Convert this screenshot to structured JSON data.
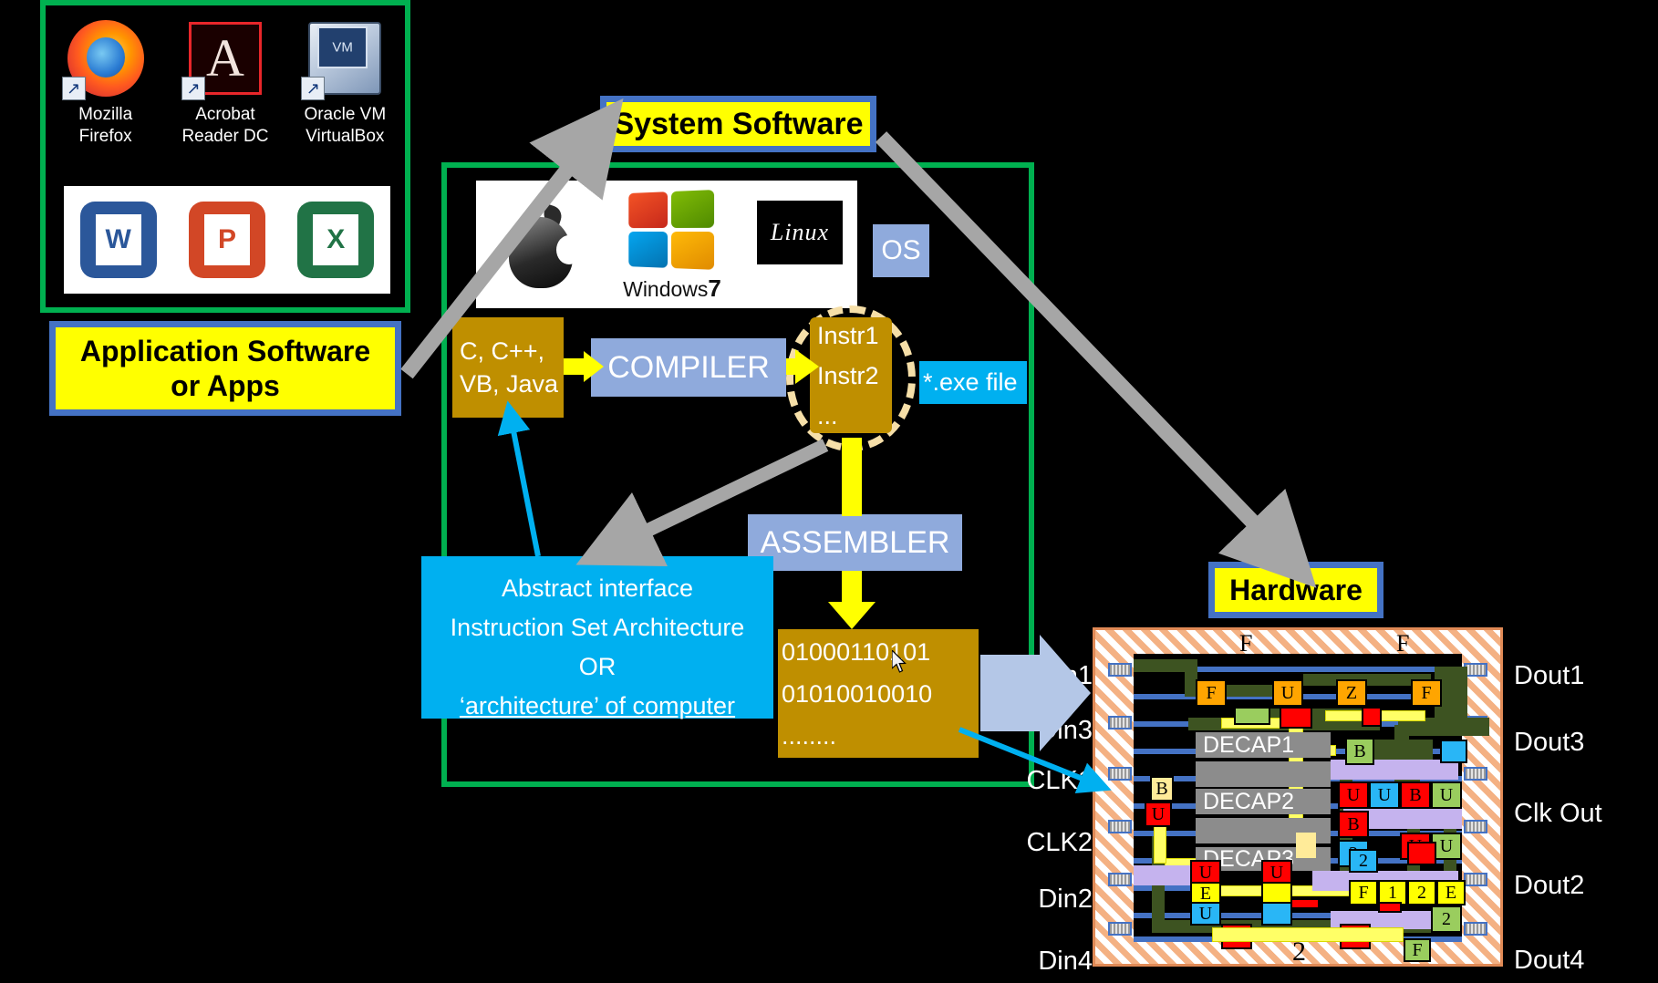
{
  "application_panel": {
    "desktop_icons": [
      {
        "icon": "firefox-icon",
        "label_line1": "Mozilla",
        "label_line2": "Firefox"
      },
      {
        "icon": "acrobat-reader-icon",
        "label_line1": "Acrobat",
        "label_line2": "Reader DC"
      },
      {
        "icon": "virtualbox-icon",
        "label_line1": "Oracle VM",
        "label_line2": "VirtualBox"
      }
    ],
    "office_icons": [
      {
        "icon": "word-icon",
        "letter": "W"
      },
      {
        "icon": "powerpoint-icon",
        "letter": "P"
      },
      {
        "icon": "excel-icon",
        "letter": "X"
      }
    ],
    "label_line1": "Application Software",
    "label_line2": "or Apps"
  },
  "system_software": {
    "label": "System Software",
    "os_logos": [
      {
        "icon": "apple-logo",
        "name": "Apple"
      },
      {
        "icon": "windows-logo",
        "name": "Windows",
        "version": "7",
        "wordmark": "Windows"
      },
      {
        "icon": "linux-logo",
        "name": "Linux",
        "wordmark": "Linux"
      }
    ],
    "os_tag": "OS",
    "languages": {
      "line1": "C, C++,",
      "line2": "VB, Java"
    },
    "compiler": "COMPILER",
    "instructions": {
      "line1": "Instr1",
      "line2": "Instr2",
      "line3": "..."
    },
    "exe_file": "*.exe file",
    "assembler": "ASSEMBLER",
    "machine_code": {
      "line1": "01000110101",
      "line2": "01010010010",
      "line3": "........"
    }
  },
  "isa_callout": {
    "line1": "Abstract interface",
    "line2": "Instruction Set Architecture",
    "line3": "OR",
    "line4": "‘architecture’ of computer"
  },
  "hardware": {
    "label": "Hardware",
    "chip": {
      "corner_markers": [
        "F",
        "F"
      ],
      "bottom_marker": "2",
      "blocks": [
        {
          "name": "DECAP1",
          "label": "DECAP1"
        },
        {
          "name": "DECAP2",
          "label": "DECAP2"
        },
        {
          "name": "DECAP3",
          "label": "DECAP3"
        }
      ],
      "standard_cells": [
        "F",
        "U",
        "Z",
        "F",
        "B",
        "U",
        "U",
        "B",
        "B",
        "U",
        "U",
        "U",
        "B",
        "U",
        "U",
        "U",
        "E",
        "U",
        "U",
        "2",
        "F",
        "1",
        "2",
        "E",
        "2",
        "U",
        "U",
        "F",
        "B",
        "2"
      ],
      "left_pins": [
        "Din1",
        "Din3",
        "CLK1",
        "CLK2",
        "Din2",
        "Din4"
      ],
      "right_pins": [
        "Dout1",
        "Dout3",
        "Clk Out",
        "Dout2",
        "Dout4"
      ]
    }
  },
  "colors": {
    "yellow_label": "#ffff00",
    "label_border": "#4472c4",
    "green_box": "#00b050",
    "gold_box": "#bf8f00",
    "blue_box": "#8faadc",
    "cyan_box": "#00b0f0",
    "arrow_grey": "#a6a6a6",
    "arrow_yellow": "#ffff00",
    "arrow_blue": "#00b0f0",
    "big_arrow": "#b4c7e7",
    "chip_ring": "#f4b183"
  }
}
